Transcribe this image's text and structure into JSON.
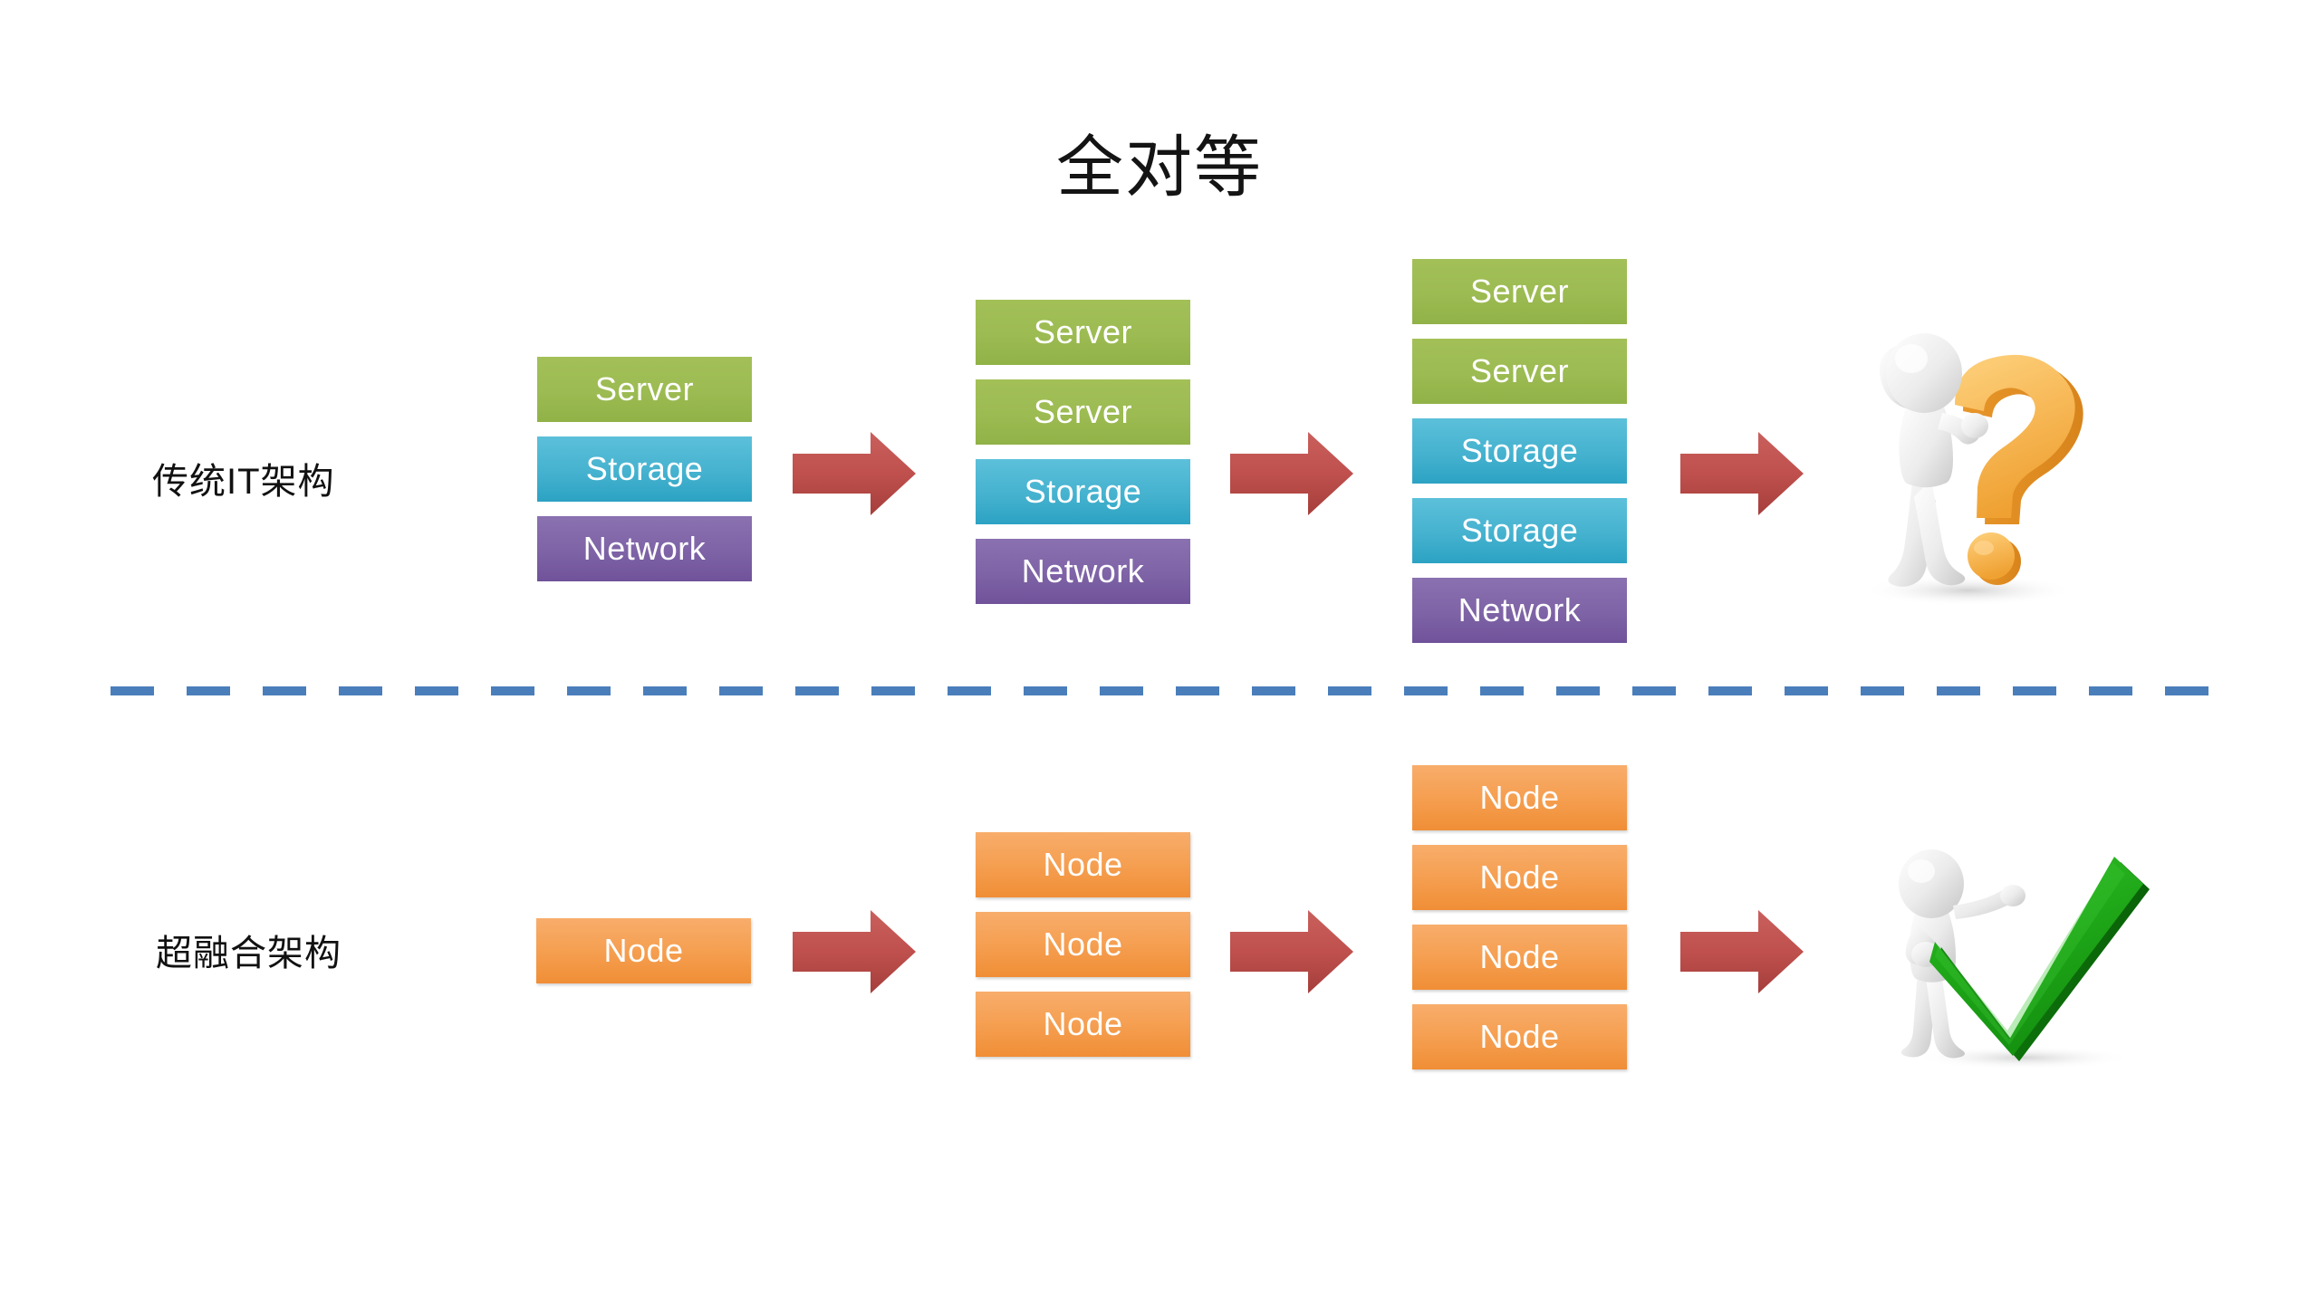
{
  "slide": {
    "title": "全对等",
    "background": "#ffffff"
  },
  "colors": {
    "server": "#9CBB52",
    "storage": "#45B2CF",
    "network": "#7E63A6",
    "node": "#F59F51",
    "arrow": "#C0504D",
    "divider": "#4A7EBB",
    "check": "#22A81B",
    "question": "#F5B041",
    "text_on_box": "#FFFFFF",
    "label_text": "#111111"
  },
  "rows": [
    {
      "id": "traditional",
      "label": "传统IT架构",
      "stacks": [
        {
          "id": "trad-1",
          "boxes": [
            {
              "label": "Server",
              "kind": "server"
            },
            {
              "label": "Storage",
              "kind": "storage"
            },
            {
              "label": "Network",
              "kind": "network"
            }
          ]
        },
        {
          "id": "trad-2",
          "boxes": [
            {
              "label": "Server",
              "kind": "server"
            },
            {
              "label": "Server",
              "kind": "server"
            },
            {
              "label": "Storage",
              "kind": "storage"
            },
            {
              "label": "Network",
              "kind": "network"
            }
          ]
        },
        {
          "id": "trad-3",
          "boxes": [
            {
              "label": "Server",
              "kind": "server"
            },
            {
              "label": "Server",
              "kind": "server"
            },
            {
              "label": "Storage",
              "kind": "storage"
            },
            {
              "label": "Storage",
              "kind": "storage"
            },
            {
              "label": "Network",
              "kind": "network"
            }
          ]
        }
      ],
      "arrows": 3,
      "outcome": {
        "icon": "question-mark-figure-icon",
        "meaning": "uncertain"
      }
    },
    {
      "id": "hyperconverged",
      "label": "超融合架构",
      "stacks": [
        {
          "id": "hci-1",
          "boxes": [
            {
              "label": "Node",
              "kind": "node"
            }
          ]
        },
        {
          "id": "hci-2",
          "boxes": [
            {
              "label": "Node",
              "kind": "node"
            },
            {
              "label": "Node",
              "kind": "node"
            },
            {
              "label": "Node",
              "kind": "node"
            }
          ]
        },
        {
          "id": "hci-3",
          "boxes": [
            {
              "label": "Node",
              "kind": "node"
            },
            {
              "label": "Node",
              "kind": "node"
            },
            {
              "label": "Node",
              "kind": "node"
            },
            {
              "label": "Node",
              "kind": "node"
            }
          ]
        }
      ],
      "arrows": 3,
      "outcome": {
        "icon": "green-check-figure-icon",
        "meaning": "good"
      }
    }
  ],
  "divider": {
    "style": "dashed",
    "color": "#4A7EBB"
  },
  "icons": {
    "arrow_right": "arrow-right-icon",
    "question_figure": "question-mark-figure-icon",
    "check_figure": "green-check-figure-icon"
  }
}
